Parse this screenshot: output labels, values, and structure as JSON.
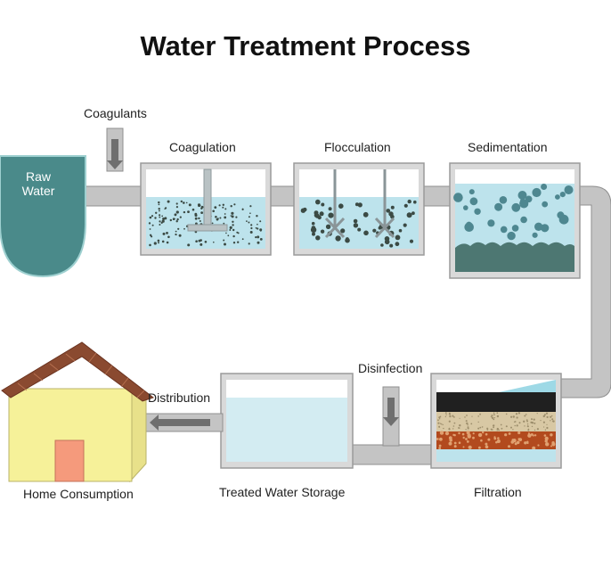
{
  "title": "Water Treatment Process",
  "labels": {
    "raw_water_line1": "Raw",
    "raw_water_line2": "Water",
    "coagulants": "Coagulants",
    "coagulation": "Coagulation",
    "flocculation": "Flocculation",
    "sedimentation": "Sedimentation",
    "disinfection": "Disinfection",
    "filtration": "Filtration",
    "storage": "Treated Water Storage",
    "distribution": "Distribution",
    "home": "Home Consumption"
  },
  "colors": {
    "pipe": "#c4c4c4",
    "pipe_edge": "#8f8f8f",
    "tank_edge": "#9a9a9a",
    "water": "#bde3ec",
    "raw_water": "#4a8a8a",
    "sediment": "#4d7772",
    "particle": "#3b4a44",
    "sed_particle": "#4e8790",
    "sand": "#d8c8a4",
    "gravel": "#b24a1e",
    "roof": "#8a4a30",
    "wall": "#f6f199",
    "door": "#f59a7c"
  },
  "icons": [
    "down-arrow-icon",
    "left-arrow-icon",
    "mixer-paddle-icon",
    "house-icon"
  ]
}
